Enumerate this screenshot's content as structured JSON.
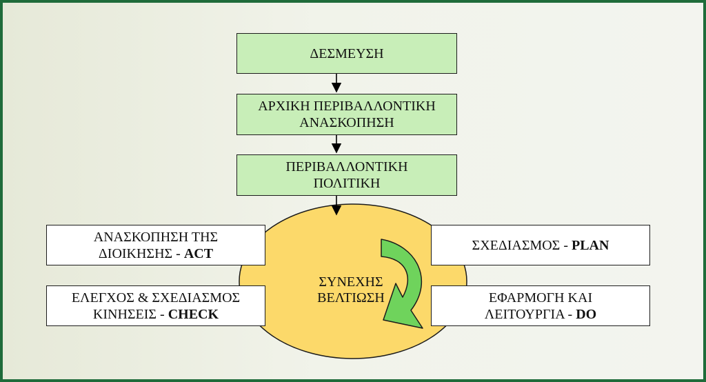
{
  "nodes": {
    "commitment": {
      "line1": "ΔΕΣΜΕΥΣΗ"
    },
    "initial_review": {
      "line1": "ΑΡΧΙΚΗ ΠΕΡΙΒΑΛΛΟΝΤΙΚΗ",
      "line2": "ΑΝΑΣΚΟΠΗΣΗ"
    },
    "policy": {
      "line1": "ΠΕΡΙΒΑΛΛΟΝΤΙΚΗ",
      "line2": "ΠΟΛΙΤΙΚΗ"
    },
    "act": {
      "line1": "ΑΝΑΣΚΟΠΗΣΗ ΤΗΣ",
      "line2_prefix": "ΔΙΟΙΚΗΣΗΣ - ",
      "line2_bold": "ACT"
    },
    "check": {
      "line1": "ΕΛΕΓΧΟΣ & ΣΧΕΔΙΑΣΜΟΣ",
      "line2_prefix": "ΚΙΝΗΣΕΙΣ - ",
      "line2_bold": "CHECK"
    },
    "plan": {
      "line1_prefix": "ΣΧΕΔΙΑΣΜΟΣ - ",
      "line1_bold": "PLAN"
    },
    "do": {
      "line1": "ΕΦΑΡΜΟΓΗ ΚΑΙ",
      "line2_prefix": "ΛΕΙΤΟΥΡΓΙΑ - ",
      "line2_bold": "DO"
    }
  },
  "center": {
    "line1": "ΣΥΝΕΧΗΣ",
    "line2": "ΒΕΛΤΙΩΣΗ"
  },
  "colors": {
    "frame_border": "#1f6b3a",
    "green_box": "#c8eeb8",
    "ellipse": "#fcd96a",
    "curved_arrow": "#6fd35c",
    "white_box": "#ffffff"
  },
  "icons": {
    "cycle_arrow": "curved-arrow-icon",
    "flow_arrow": "arrow-down-icon"
  }
}
